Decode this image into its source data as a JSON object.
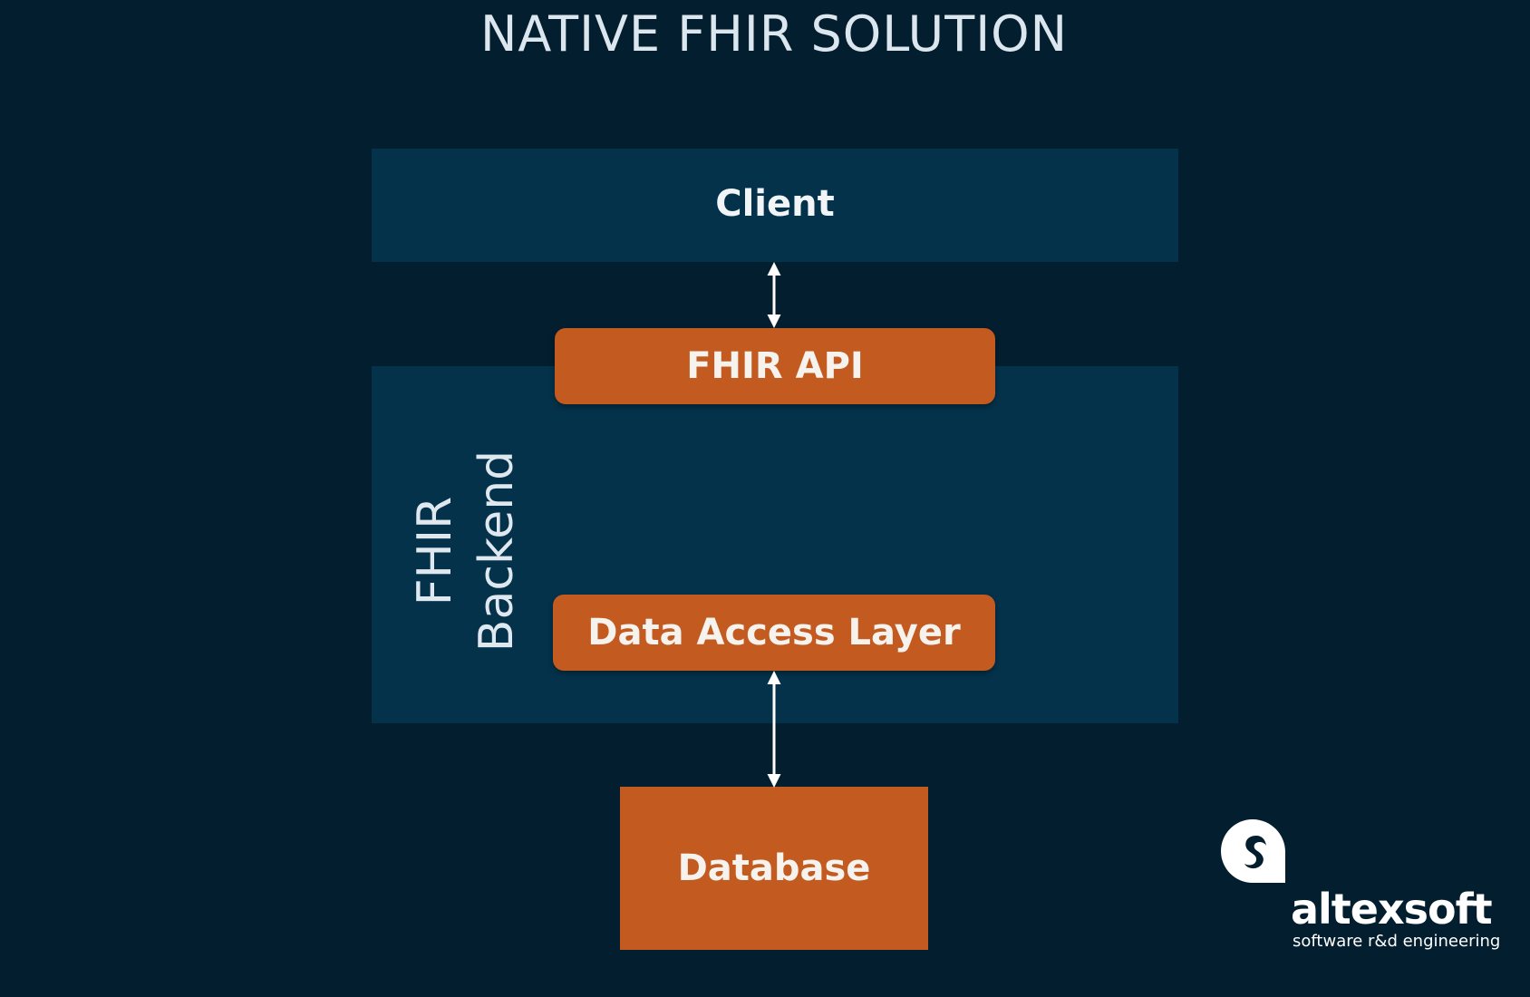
{
  "title": "NATIVE FHIR SOLUTION",
  "nodes": {
    "client": "Client",
    "fhir_api": "FHIR API",
    "backend_line1": "FHIR",
    "backend_line2": "Backend",
    "data_access_layer": "Data Access Layer",
    "database": "Database"
  },
  "logo": {
    "name": "altexsoft",
    "tagline": "software r&d engineering"
  },
  "colors": {
    "background": "#031e2e",
    "panel": "#04324b",
    "accent": "#c35b20",
    "text": "#ffffff"
  }
}
